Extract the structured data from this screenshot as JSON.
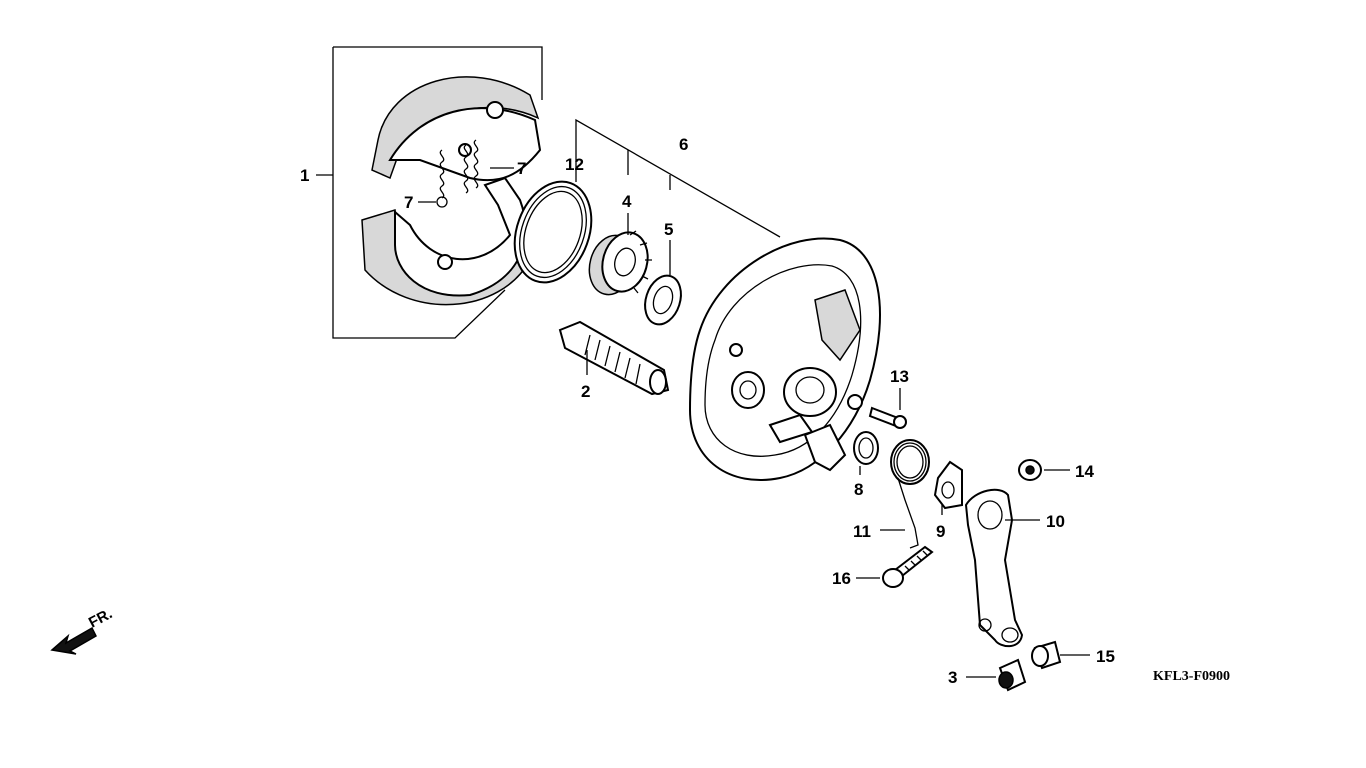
{
  "diagram": {
    "code": "KFL3-F0900",
    "direction_label": "FR.",
    "callouts": [
      "1",
      "2",
      "3",
      "4",
      "5",
      "6",
      "7",
      "7",
      "8",
      "9",
      "10",
      "11",
      "12",
      "13",
      "14",
      "15",
      "16"
    ]
  }
}
